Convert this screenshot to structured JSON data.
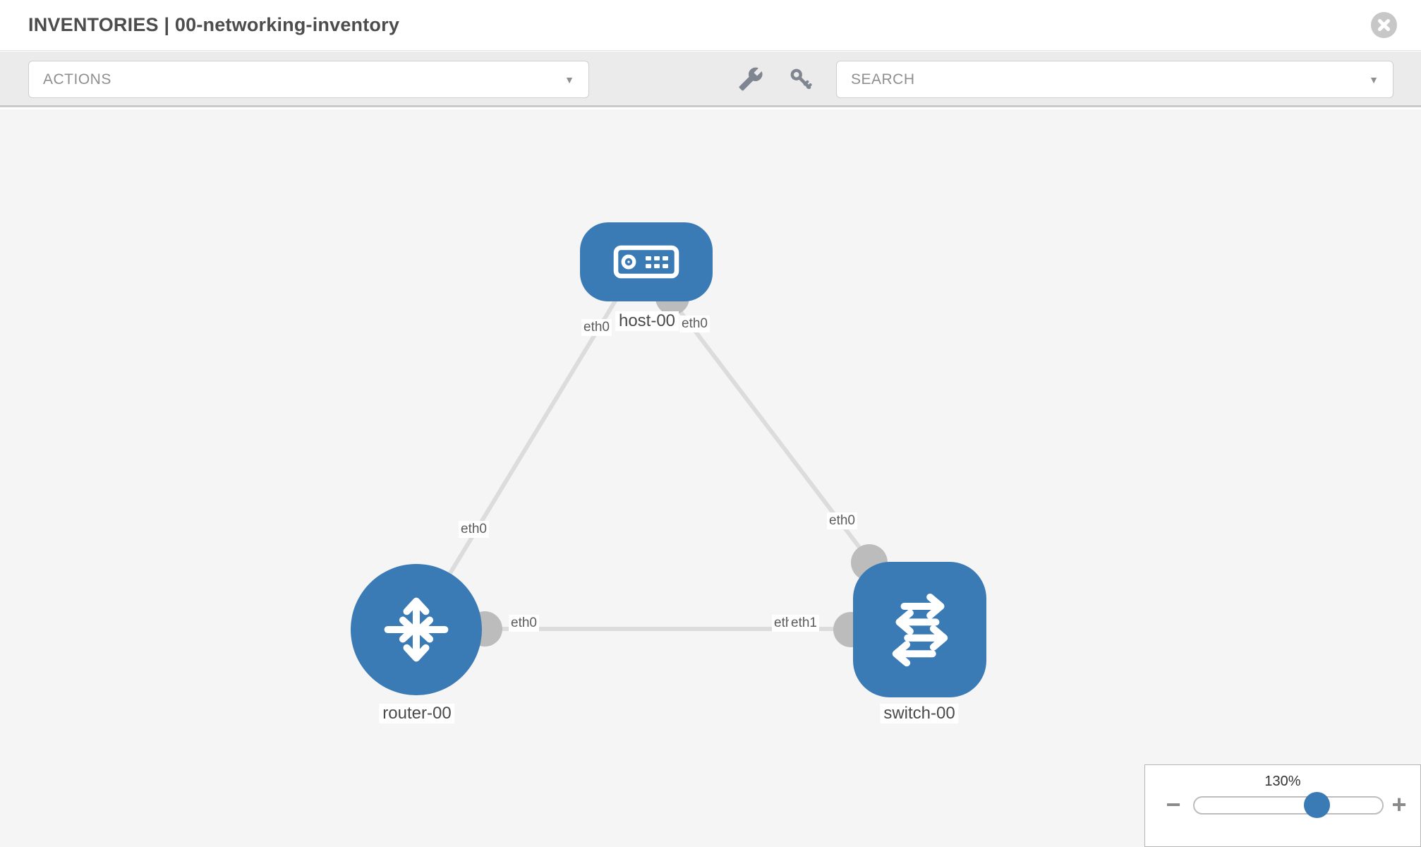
{
  "header": {
    "title": "INVENTORIES | 00-networking-inventory"
  },
  "toolbar": {
    "actions_label": "ACTIONS",
    "search_label": "SEARCH",
    "caret": "▼",
    "tool_icons": [
      "wrench-icon",
      "key-icon"
    ]
  },
  "topology": {
    "nodes": [
      {
        "label": "host-00",
        "type": "host"
      },
      {
        "label": "router-00",
        "type": "router"
      },
      {
        "label": "switch-00",
        "type": "switch"
      }
    ],
    "interface_labels": [
      {
        "text": "eth0",
        "link": "host-router",
        "end": "host"
      },
      {
        "text": "eth0",
        "link": "host-switch",
        "end": "host"
      },
      {
        "text": "eth0",
        "link": "host-router",
        "end": "router"
      },
      {
        "text": "eth0",
        "link": "host-switch",
        "end": "switch"
      },
      {
        "text": "eth0",
        "link": "router-switch",
        "end": "router"
      },
      {
        "text": "eth0",
        "link": "router-switch",
        "end": "switch"
      },
      {
        "text": "eth1",
        "link": "router-switch",
        "end": "switch"
      }
    ],
    "colors": {
      "node_blue": "#3a7ab5",
      "link_gray": "#dcdcdc",
      "connector_gray": "#bcbcbc"
    }
  },
  "zoom_control": {
    "level": "130%",
    "minus": "−",
    "plus": "+"
  }
}
